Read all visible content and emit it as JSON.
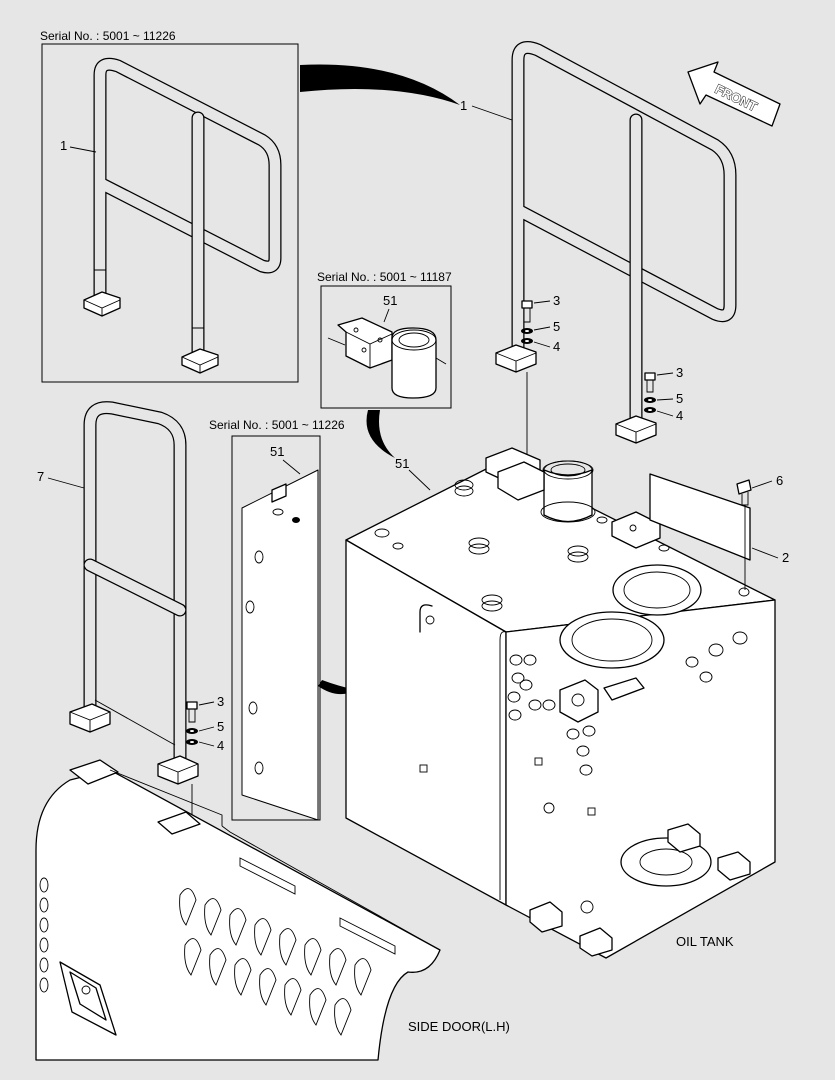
{
  "insets": {
    "handrail_serial": "Serial No. : 5001 ~ 11226",
    "bracket_serial": "Serial No. : 5001 ~ 11187",
    "tank_side_serial": "Serial No. : 5001 ~ 11226"
  },
  "direction": {
    "front_label": "FRONT"
  },
  "part_numbers": {
    "handrail_inset": "1",
    "handrail_main": "1",
    "bracket_inset": "51",
    "tank_side_inset": "51",
    "tank_main": "51",
    "bolt_a": "3",
    "spring_washer_a": "5",
    "washer_a": "4",
    "bolt_b": "3",
    "spring_washer_b": "5",
    "washer_b": "4",
    "bolt_c": "3",
    "spring_washer_c": "5",
    "washer_c": "4",
    "plate": "2",
    "plate_bolt": "6",
    "side_handrail": "7"
  },
  "captions": {
    "oil_tank": "OIL TANK",
    "side_door": "SIDE DOOR(L.H)"
  }
}
